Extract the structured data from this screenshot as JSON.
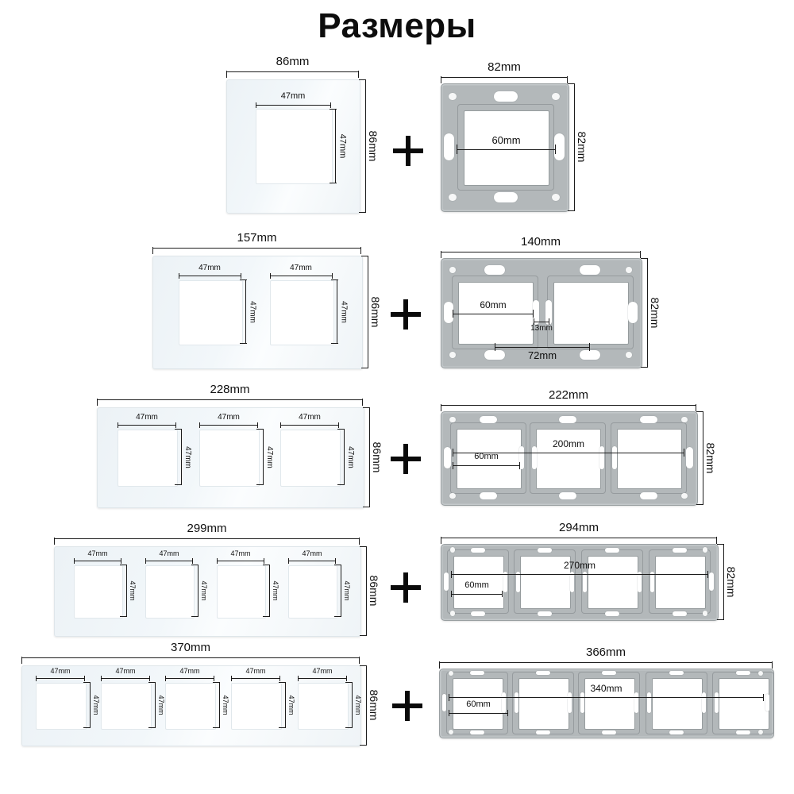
{
  "title": "Размеры",
  "plus": "+",
  "colors": {
    "panel_glass": "#f2f7fa",
    "frame_gray": "#b3b8ba",
    "window_white": "#ffffff",
    "dimension_ink": "#1c1c1c"
  },
  "rows": [
    {
      "name": "1-gang",
      "panel": {
        "width": "86mm",
        "height": "86mm",
        "hole_width": "47mm",
        "hole_height": "47mm",
        "gangs": 1
      },
      "frame": {
        "width": "82mm",
        "height": "82mm",
        "gangs": 1,
        "inner_dims": [
          "60mm"
        ]
      }
    },
    {
      "name": "2-gang",
      "panel": {
        "width": "157mm",
        "height": "86mm",
        "hole_width": "47mm",
        "hole_height": "47mm",
        "gangs": 2
      },
      "frame": {
        "width": "140mm",
        "height": "82mm",
        "gangs": 2,
        "inner_dims": [
          "60mm",
          "13mm",
          "72mm"
        ]
      }
    },
    {
      "name": "3-gang",
      "panel": {
        "width": "228mm",
        "height": "86mm",
        "hole_width": "47mm",
        "hole_height": "47mm",
        "gangs": 3
      },
      "frame": {
        "width": "222mm",
        "height": "82mm",
        "gangs": 3,
        "inner_dims": [
          "200mm",
          "60mm"
        ]
      }
    },
    {
      "name": "4-gang",
      "panel": {
        "width": "299mm",
        "height": "86mm",
        "hole_width": "47mm",
        "hole_height": "47mm",
        "gangs": 4
      },
      "frame": {
        "width": "294mm",
        "height": "82mm",
        "gangs": 4,
        "inner_dims": [
          "270mm",
          "60mm"
        ]
      }
    },
    {
      "name": "5-gang",
      "panel": {
        "width": "370mm",
        "height": "86mm",
        "hole_width": "47mm",
        "hole_height": "47mm",
        "gangs": 5
      },
      "frame": {
        "width": "366mm",
        "gangs": 5,
        "inner_dims": [
          "340mm",
          "60mm"
        ]
      }
    }
  ]
}
